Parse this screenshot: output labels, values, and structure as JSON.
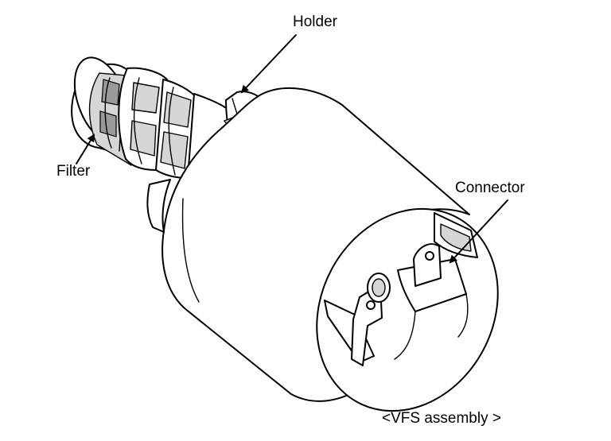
{
  "labels": {
    "holder": "Holder",
    "filter": "Filter",
    "connector": "Connector",
    "caption": "<VFS assembly >"
  },
  "colors": {
    "line": "#000000",
    "shade": "#d6d6d6",
    "dark_shade": "#9a9a9a",
    "background": "#ffffff"
  }
}
